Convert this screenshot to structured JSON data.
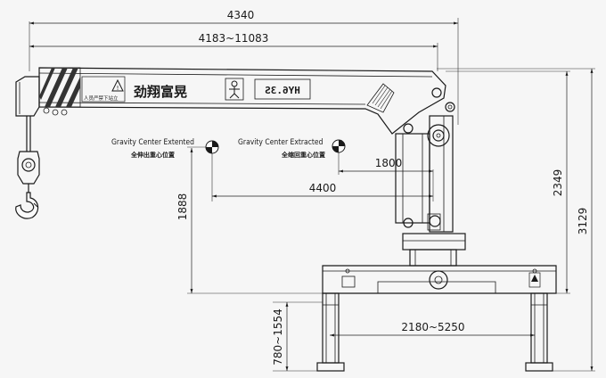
{
  "dimensions": {
    "overall_length": "4340",
    "boom_range": "4183~11083",
    "height_2349": "2349",
    "height_3129": "3129",
    "height_1888": "1888",
    "cg_offset_4400": "4400",
    "cg_offset_1800": "1800",
    "outrigger_span": "2180~5250",
    "outrigger_height": "780~1554"
  },
  "labels": {
    "gravity_extended_en": "Gravity Center Extented",
    "gravity_extended_cn": "全伸出重心位置",
    "gravity_extracted_en": "Gravity Center Extracted",
    "gravity_extracted_cn": "全缩回重心位置",
    "brand": "劲翔富晃",
    "model": "HY6.3S",
    "warning": "人员严禁下站立"
  }
}
